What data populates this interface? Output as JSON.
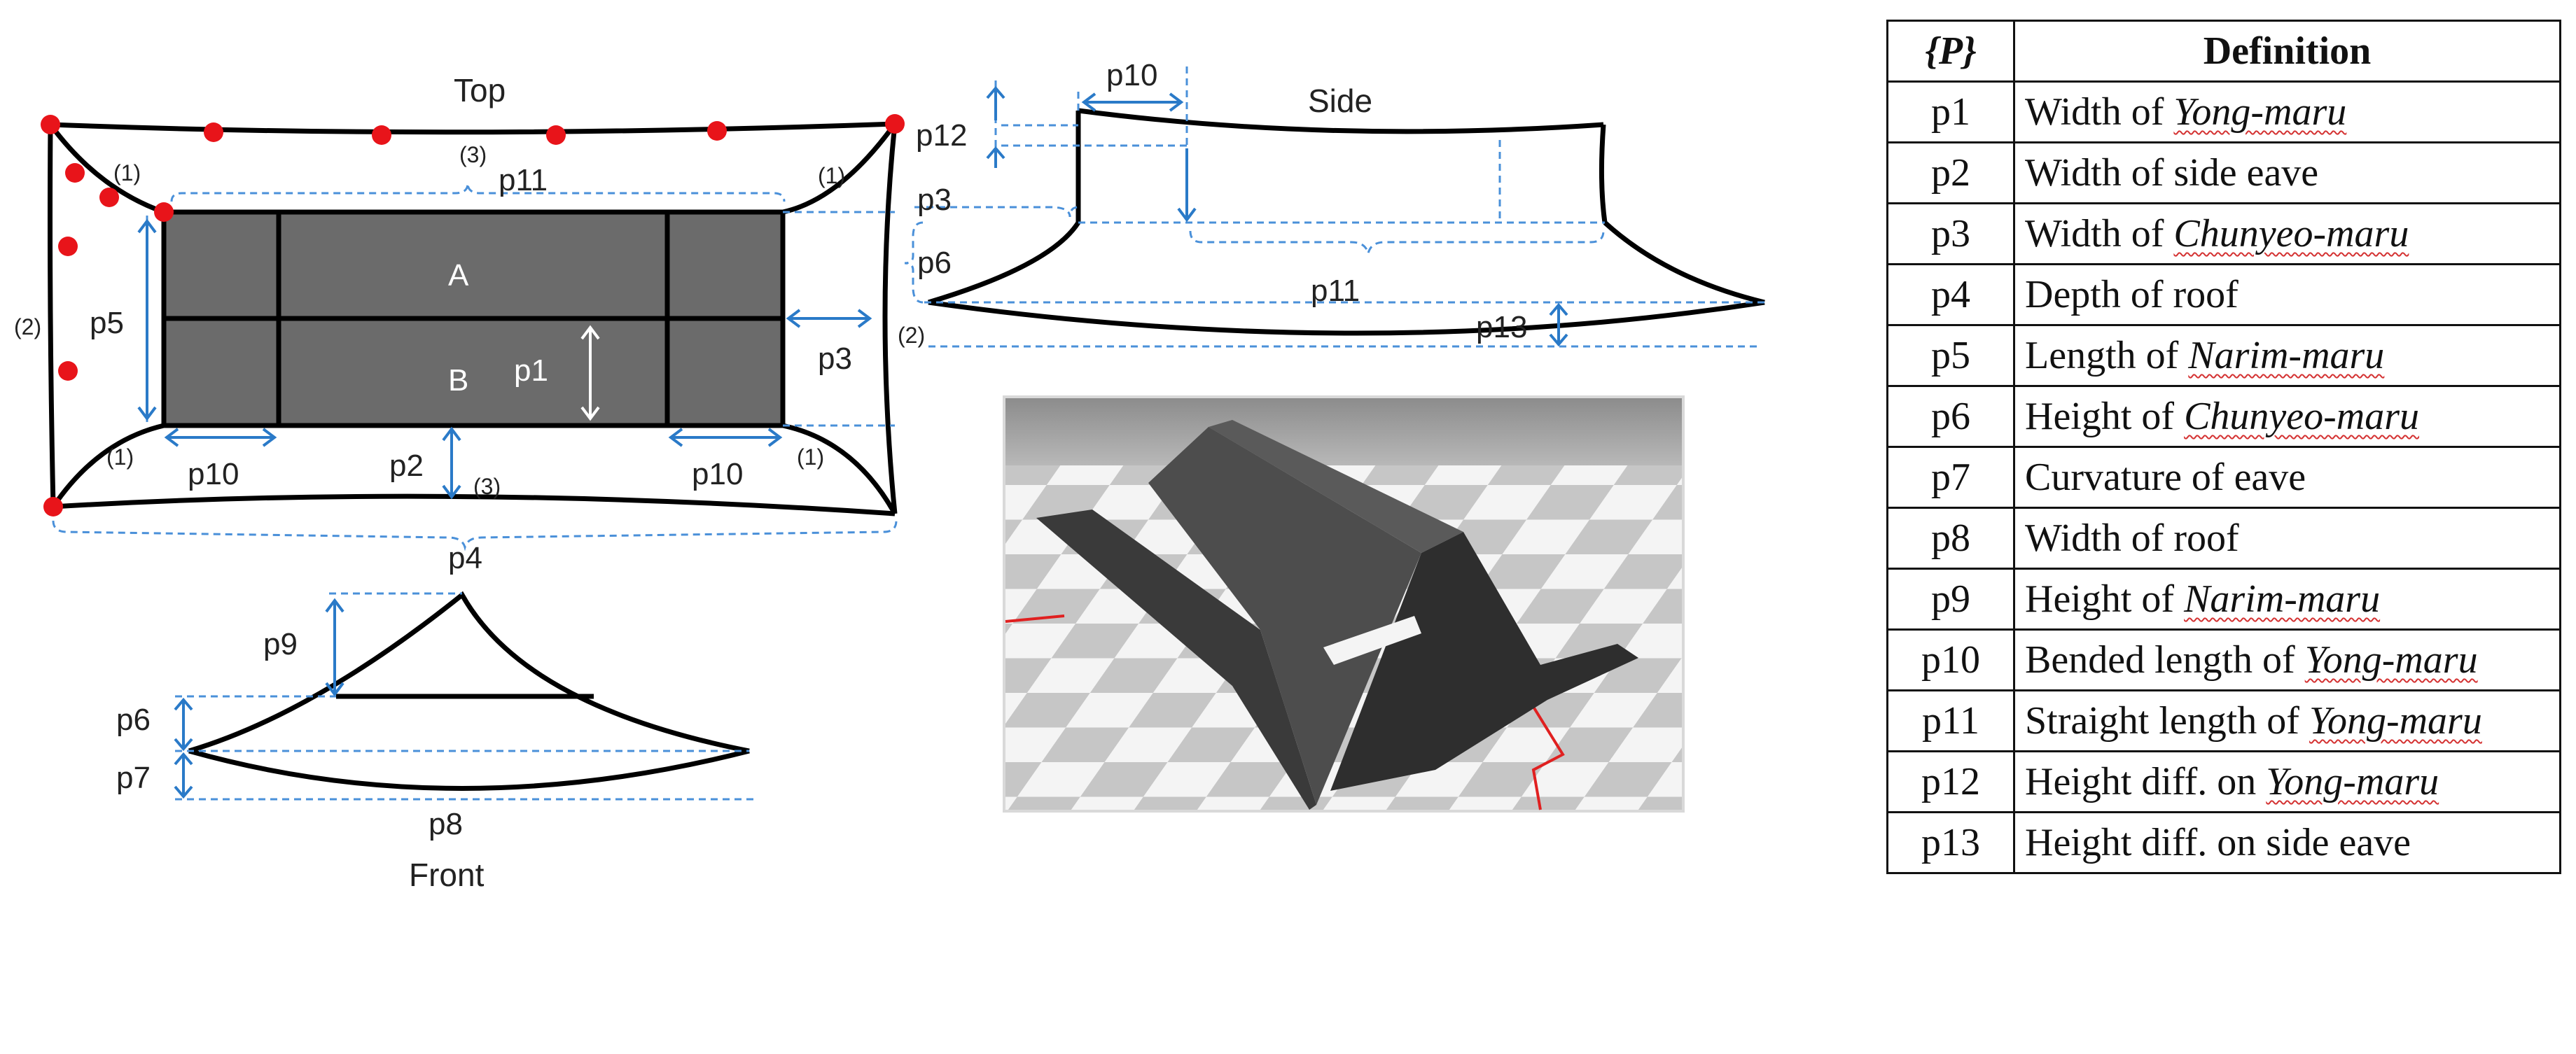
{
  "views": {
    "top_title": "Top",
    "side_title": "Side",
    "front_title": "Front",
    "region_a": "A",
    "region_b": "B"
  },
  "labels": {
    "p1": "p1",
    "p2": "p2",
    "p3": "p3",
    "p4": "p4",
    "p5": "p5",
    "p6": "p6",
    "p7": "p7",
    "p8": "p8",
    "p9": "p9",
    "p10": "p10",
    "p11": "p11",
    "p12": "p12",
    "p13": "p13"
  },
  "markers": {
    "m1": "(1)",
    "m2": "(2)",
    "m3": "(3)"
  },
  "colors": {
    "control_point": "#e8141a",
    "dimension_line": "#4a90d9",
    "roof_fill": "#6b6b6b"
  },
  "table": {
    "header_symbol": "{P}",
    "header_definition": "Definition",
    "rows": [
      {
        "symbol": "p1",
        "pre": "Width of ",
        "term": "Yong-maru",
        "post": ""
      },
      {
        "symbol": "p2",
        "pre": "Width of side eave",
        "term": "",
        "post": ""
      },
      {
        "symbol": "p3",
        "pre": "Width of ",
        "term": "Chunyeo-maru",
        "post": ""
      },
      {
        "symbol": "p4",
        "pre": "Depth of roof",
        "term": "",
        "post": ""
      },
      {
        "symbol": "p5",
        "pre": "Length of ",
        "term": "Narim-maru",
        "post": ""
      },
      {
        "symbol": "p6",
        "pre": "Height of ",
        "term": "Chunyeo-maru",
        "post": ""
      },
      {
        "symbol": "p7",
        "pre": "Curvature of eave",
        "term": "",
        "post": ""
      },
      {
        "symbol": "p8",
        "pre": "Width of roof",
        "term": "",
        "post": ""
      },
      {
        "symbol": "p9",
        "pre": "Height of ",
        "term": "Narim-maru",
        "post": ""
      },
      {
        "symbol": "p10",
        "pre": "Bended length of ",
        "term": "Yong-maru",
        "post": ""
      },
      {
        "symbol": "p11",
        "pre": "Straight length of ",
        "term": "Yong-maru",
        "post": ""
      },
      {
        "symbol": "p12",
        "pre": "Height diff. on ",
        "term": "Yong-maru",
        "post": ""
      },
      {
        "symbol": "p13",
        "pre": "Height diff. on side eave",
        "term": "",
        "post": ""
      }
    ]
  }
}
